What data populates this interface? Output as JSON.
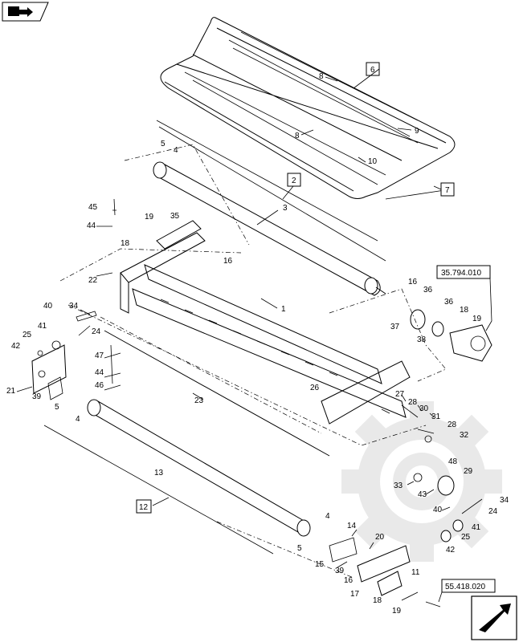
{
  "diagram": {
    "nav_icon_top": "book-arrow-icon",
    "nav_icon_bottom": "next-page-arrow-icon",
    "watermark_icon": "gear-watermark-icon",
    "callouts": [
      {
        "id": "c1",
        "text": "1"
      },
      {
        "id": "c3",
        "text": "3"
      },
      {
        "id": "c4a",
        "text": "4"
      },
      {
        "id": "c4b",
        "text": "4"
      },
      {
        "id": "c4c",
        "text": "4"
      },
      {
        "id": "c5a",
        "text": "5"
      },
      {
        "id": "c5b",
        "text": "5"
      },
      {
        "id": "c5c",
        "text": "5"
      },
      {
        "id": "c8a",
        "text": "8"
      },
      {
        "id": "c8b",
        "text": "8"
      },
      {
        "id": "c9",
        "text": "9"
      },
      {
        "id": "c10",
        "text": "10"
      },
      {
        "id": "c11",
        "text": "11"
      },
      {
        "id": "c13",
        "text": "13"
      },
      {
        "id": "c14",
        "text": "14"
      },
      {
        "id": "c15",
        "text": "15"
      },
      {
        "id": "c16a",
        "text": "16"
      },
      {
        "id": "c16b",
        "text": "16"
      },
      {
        "id": "c16c",
        "text": "16"
      },
      {
        "id": "c17",
        "text": "17"
      },
      {
        "id": "c18a",
        "text": "18"
      },
      {
        "id": "c18b",
        "text": "18"
      },
      {
        "id": "c18c",
        "text": "18"
      },
      {
        "id": "c19a",
        "text": "19"
      },
      {
        "id": "c19b",
        "text": "19"
      },
      {
        "id": "c19c",
        "text": "19"
      },
      {
        "id": "c20",
        "text": "20"
      },
      {
        "id": "c21",
        "text": "21"
      },
      {
        "id": "c22",
        "text": "22"
      },
      {
        "id": "c23",
        "text": "23"
      },
      {
        "id": "c24a",
        "text": "24"
      },
      {
        "id": "c24b",
        "text": "24"
      },
      {
        "id": "c25a",
        "text": "25"
      },
      {
        "id": "c25b",
        "text": "25"
      },
      {
        "id": "c26",
        "text": "26"
      },
      {
        "id": "c27",
        "text": "27"
      },
      {
        "id": "c28a",
        "text": "28"
      },
      {
        "id": "c28b",
        "text": "28"
      },
      {
        "id": "c29",
        "text": "29"
      },
      {
        "id": "c30",
        "text": "30"
      },
      {
        "id": "c31",
        "text": "31"
      },
      {
        "id": "c32",
        "text": "32"
      },
      {
        "id": "c33",
        "text": "33"
      },
      {
        "id": "c34a",
        "text": "34"
      },
      {
        "id": "c34b",
        "text": "34"
      },
      {
        "id": "c35",
        "text": "35"
      },
      {
        "id": "c36a",
        "text": "36"
      },
      {
        "id": "c36b",
        "text": "36"
      },
      {
        "id": "c37",
        "text": "37"
      },
      {
        "id": "c38",
        "text": "38"
      },
      {
        "id": "c39a",
        "text": "39"
      },
      {
        "id": "c39b",
        "text": "39"
      },
      {
        "id": "c40a",
        "text": "40"
      },
      {
        "id": "c40b",
        "text": "40"
      },
      {
        "id": "c41a",
        "text": "41"
      },
      {
        "id": "c41b",
        "text": "41"
      },
      {
        "id": "c42a",
        "text": "42"
      },
      {
        "id": "c42b",
        "text": "42"
      },
      {
        "id": "c43",
        "text": "43"
      },
      {
        "id": "c44a",
        "text": "44"
      },
      {
        "id": "c44b",
        "text": "44"
      },
      {
        "id": "c45",
        "text": "45"
      },
      {
        "id": "c46",
        "text": "46"
      },
      {
        "id": "c47",
        "text": "47"
      },
      {
        "id": "c48",
        "text": "48"
      }
    ],
    "boxed_callouts": [
      {
        "id": "b2",
        "text": "2"
      },
      {
        "id": "b6",
        "text": "6"
      },
      {
        "id": "b7",
        "text": "7"
      },
      {
        "id": "b12",
        "text": "12"
      }
    ],
    "references": [
      {
        "id": "r1",
        "text": "35.794.010"
      },
      {
        "id": "r2",
        "text": "55.418.020"
      }
    ]
  }
}
